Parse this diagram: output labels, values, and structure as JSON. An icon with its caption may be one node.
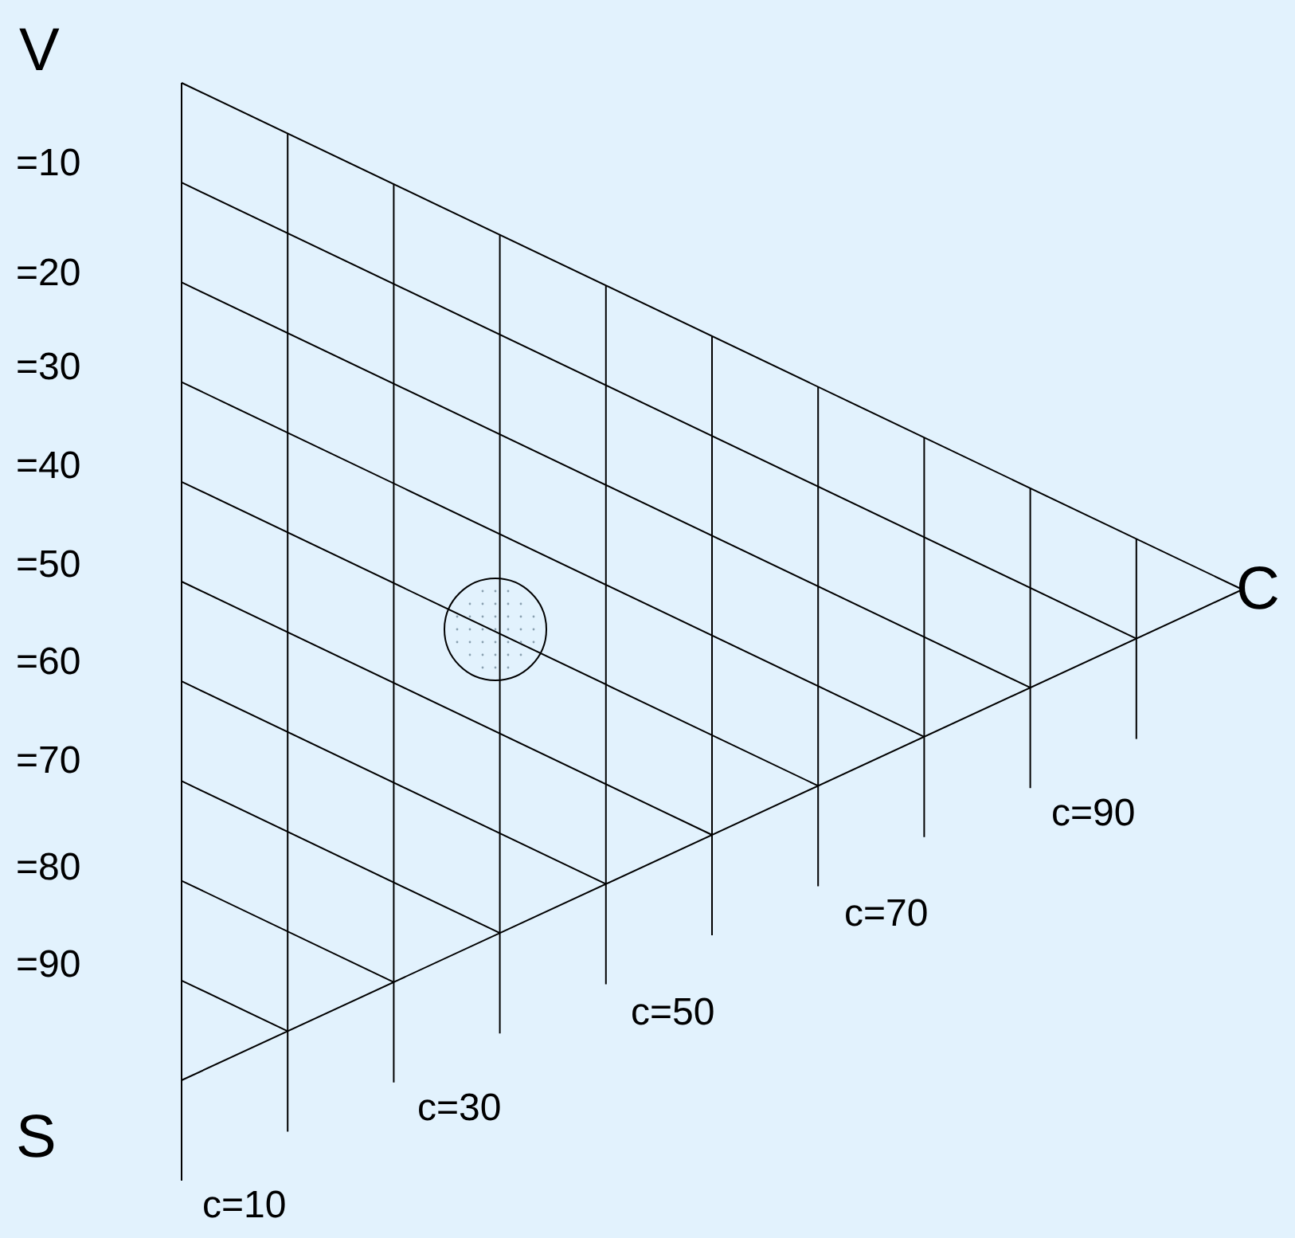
{
  "diagram": {
    "labels": [
      "V",
      "=10",
      "=20",
      "=30",
      "=40",
      "=50",
      "=60",
      "=70",
      "=80",
      "=90",
      "S",
      "C",
      "c=90",
      "c=70",
      "c=50",
      "c=30",
      "c=10"
    ]
  }
}
